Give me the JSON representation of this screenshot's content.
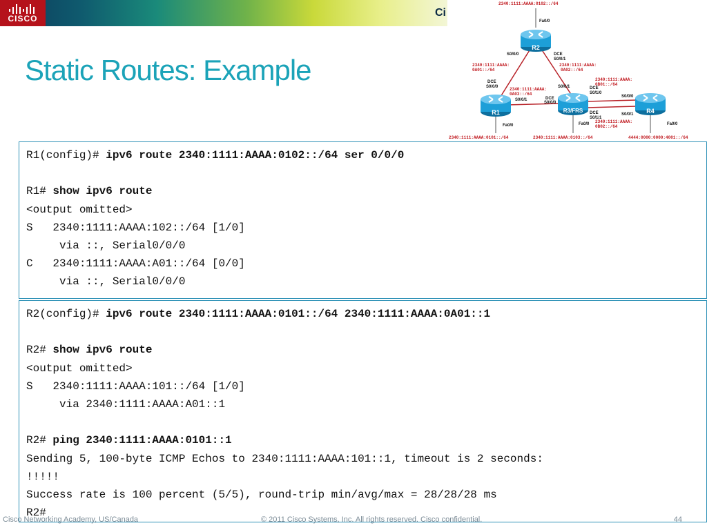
{
  "header": {
    "logo_text": "CISCO",
    "brand_text": "Ci"
  },
  "slide": {
    "title": "Static Routes: Example"
  },
  "diagram": {
    "top_label": "2340:1111:AAAA:0102::/64",
    "r2": {
      "name": "R2",
      "fa": "Fa0/0",
      "s000": "S0/0/0",
      "dce": "DCE",
      "s001": "S0/0/1"
    },
    "r1": {
      "name": "R1",
      "dce": "DCE",
      "s000": "S0/0/0",
      "s001": "S0/0/1",
      "fa": "Fa0/0"
    },
    "r3": {
      "name": "R3/FRS",
      "fa": "Fa0/0",
      "dce1": "DCE",
      "s001": "S0/0/1",
      "dce2": "DCE",
      "s000": "S0/0/0",
      "dce3": "DCE",
      "s010": "S0/1/0",
      "dce4": "DCE",
      "s011": "S0/1/1"
    },
    "r4": {
      "name": "R4",
      "s000": "S0/0/0",
      "s001": "S0/0/1",
      "fa": "Fa0/0"
    },
    "net_r1r2": [
      "2340:1111:AAAA:",
      "0A01::/64"
    ],
    "net_r2r3": [
      "2340:1111:AAAA:",
      "0A02::/64"
    ],
    "net_r1r3": [
      "2340:1111:AAAA:",
      "0A03::/64"
    ],
    "net_r3r4_a": [
      "2340:1111:AAAA:",
      "0B01::/64"
    ],
    "net_r3r4_b": [
      "2340:1111:AAAA:",
      "0B02::/64"
    ],
    "lan_r1": "2340:1111:AAAA:0101::/64",
    "lan_r3": "2340:1111:AAAA:0103::/64",
    "lan_r4": "4444:0000:0000:4001::/64"
  },
  "box1": {
    "l1_prompt": "R1(config)# ",
    "l1_cmd": "ipv6 route 2340:1111:AAAA:0102::/64 ser 0/0/0",
    "l3_prompt": "R1# ",
    "l3_cmd": "show ipv6 route",
    "l4": "<output omitted>",
    "l5": "S   2340:1111:AAAA:102::/64 [1/0]",
    "l6": "     via ::, Serial0/0/0",
    "l7": "C   2340:1111:AAAA:A01::/64 [0/0]",
    "l8": "     via ::, Serial0/0/0"
  },
  "box2": {
    "l1_prompt": "R2(config)# ",
    "l1_cmd": "ipv6 route 2340:1111:AAAA:0101::/64 2340:1111:AAAA:0A01::1",
    "l3_prompt": "R2# ",
    "l3_cmd": "show ipv6 route",
    "l4": "<output omitted>",
    "l5": "S   2340:1111:AAAA:101::/64 [1/0]",
    "l6": "     via 2340:1111:AAAA:A01::1",
    "l8_prompt": "R2# ",
    "l8_cmd": "ping 2340:1111:AAAA:0101::1",
    "l9": "Sending 5, 100-byte ICMP Echos to 2340:1111:AAAA:101::1, timeout is 2 seconds:",
    "l10": "!!!!!",
    "l11": "Success rate is 100 percent (5/5), round-trip min/avg/max = 28/28/28 ms",
    "l12": "R2#"
  },
  "footer": {
    "left": "Cisco Networking Academy, US/Canada",
    "center": "© 2011 Cisco Systems, Inc. All rights reserved. Cisco confidential.",
    "page": "44"
  },
  "colors": {
    "title": "#1ba3b8",
    "box_border": "#2a8fb5",
    "router": "#1d9fd8",
    "address": "#c0181e",
    "link": "#b8242a"
  }
}
